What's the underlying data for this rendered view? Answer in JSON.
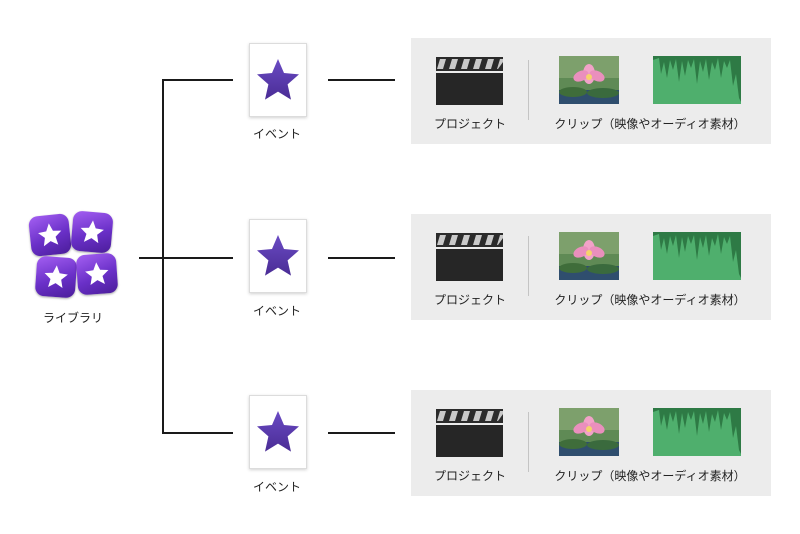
{
  "library": {
    "label": "ライブラリ",
    "icon": "imovie-library-icon"
  },
  "events": [
    {
      "label": "イベント",
      "icon": "star-icon",
      "panel": {
        "project_label": "プロジェクト",
        "clips_label": "クリップ（映像やオーディオ素材）"
      }
    },
    {
      "label": "イベント",
      "icon": "star-icon",
      "panel": {
        "project_label": "プロジェクト",
        "clips_label": "クリップ（映像やオーディオ素材）"
      }
    },
    {
      "label": "イベント",
      "icon": "star-icon",
      "panel": {
        "project_label": "プロジェクト",
        "clips_label": "クリップ（映像やオーディオ素材）"
      }
    }
  ],
  "colors": {
    "star": "#5b3aa8",
    "panel_bg": "#ececec",
    "audio_green": "#4faf6d",
    "connector": "#1a1a1a"
  }
}
